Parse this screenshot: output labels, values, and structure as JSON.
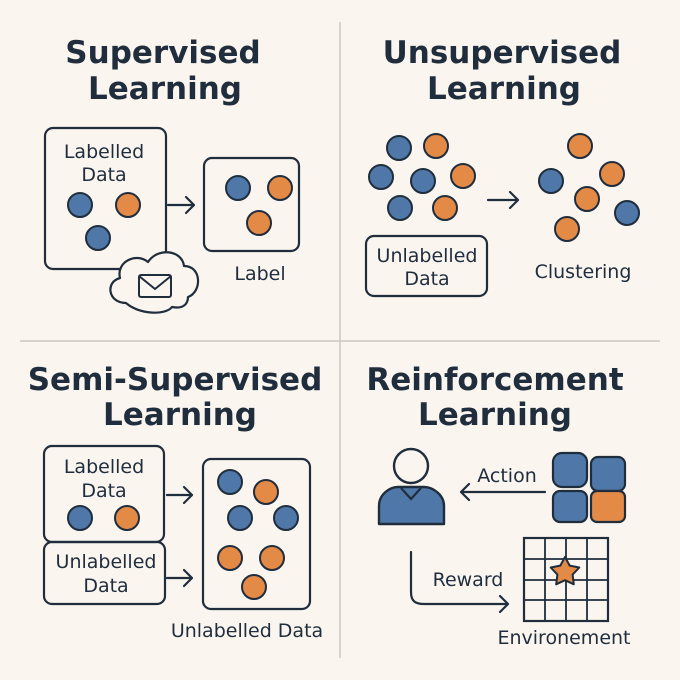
{
  "colors": {
    "background": "#faf5ef",
    "ink": "#1f2d3d",
    "blue": "#4f78a8",
    "orange": "#e48a47",
    "divider": "#cfc8bf"
  },
  "supervised": {
    "title_line1": "Supervised",
    "title_line2": "Learning",
    "labelled_line1": "Labelled",
    "labelled_line2": "Data",
    "label_text": "Label",
    "icon": "envelope-cloud-icon"
  },
  "unsupervised": {
    "title_line1": "Unsupervised",
    "title_line2": "Learning",
    "unlabelled_line1": "Unlabelled",
    "unlabelled_line2": "Data",
    "clustering_text": "Clustering"
  },
  "semi": {
    "title_line1": "Semi-Supervised",
    "title_line2": "Learning",
    "labelled_line1": "Labelled",
    "labelled_line2": "Data",
    "unlabelled_line1": "Unlabelled",
    "unlabelled_line2": "Data",
    "result_caption": "Unlabelled Data"
  },
  "reinforcement": {
    "title_line1": "Reinforcement",
    "title_line2": "Learning",
    "action_text": "Action",
    "reward_text": "Reward",
    "environment_text": "Environement",
    "icons": [
      "agent-person-icon",
      "action-blocks-icon",
      "star-icon"
    ]
  }
}
